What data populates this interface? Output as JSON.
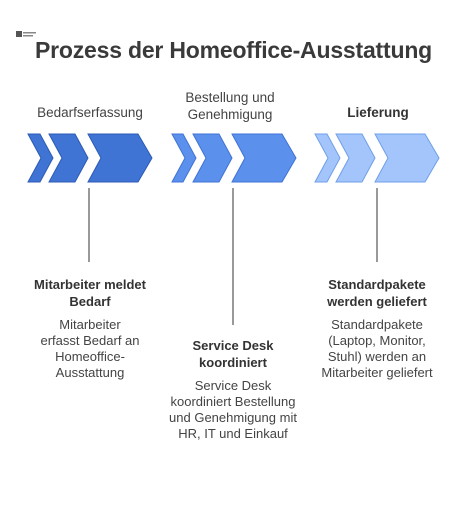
{
  "title": "Prozess der Homeoffice-Ausstattung",
  "colors": {
    "dark_blue": "#3f73d4",
    "mid_blue": "#5b90ec",
    "light_blue": "#a3c5fb",
    "connector": "#333333"
  },
  "phases": [
    {
      "label": "Bedarfserfassung"
    },
    {
      "label": "Bestellung und Genehmigung"
    },
    {
      "label": "Lieferung"
    }
  ],
  "steps": [
    {
      "title": "Mitarbeiter meldet Bedarf",
      "description": "Mitarbeiter erfasst Bedarf an Homeoffice-Ausstattung"
    },
    {
      "title": "Service Desk koordiniert",
      "description": "Service Desk koordiniert Bestellung und Genehmigung mit HR, IT und Einkauf"
    },
    {
      "title": "Standardpakete werden geliefert",
      "description": "Standardpakete (Laptop, Monitor, Stuhl) werden an Mitarbeiter geliefert"
    }
  ]
}
